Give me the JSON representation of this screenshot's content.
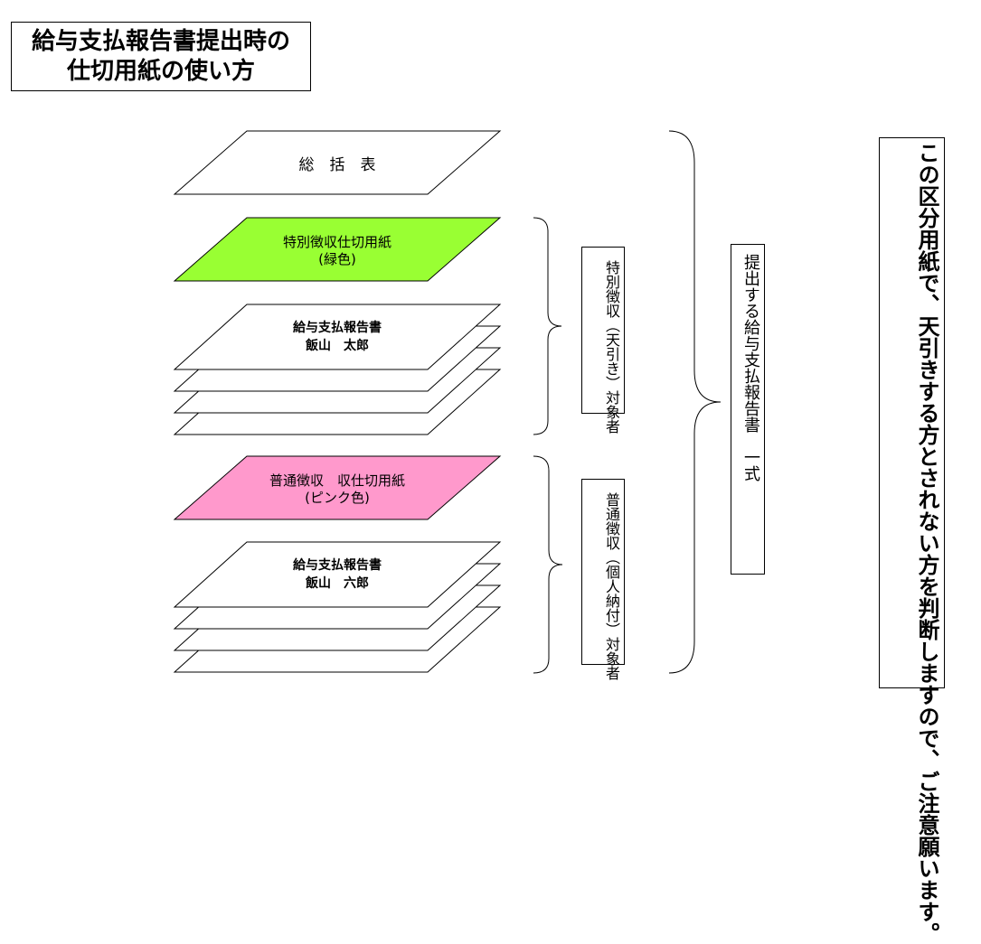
{
  "title": {
    "line1": "給与支払報告書提出時の",
    "line2": "仕切用紙の使い方"
  },
  "colors": {
    "green": "#99ff33",
    "pink": "#ff99cc",
    "white": "#ffffff",
    "stroke": "#000000"
  },
  "sheets": {
    "summary": {
      "label": "総　括　表"
    },
    "special_divider": {
      "line1": "特別徴収仕切用紙",
      "line2": "(緑色)"
    },
    "special_report": {
      "line1": "給与支払報告書",
      "line2": "飯山　太郎"
    },
    "normal_divider": {
      "line1": "普通徴収　収仕切用紙",
      "line2": "(ピンク色)"
    },
    "normal_report": {
      "line1": "給与支払報告書",
      "line2": "飯山　六郎"
    }
  },
  "groups": {
    "special": "特別徴収（天引き）対象者",
    "normal": "普通徴収（個人納付）対象者",
    "all": "提出する給与支払報告書　一式"
  },
  "notice": "この区分用紙で、天引きする方とされない方を判断しますので、ご注意願います。"
}
